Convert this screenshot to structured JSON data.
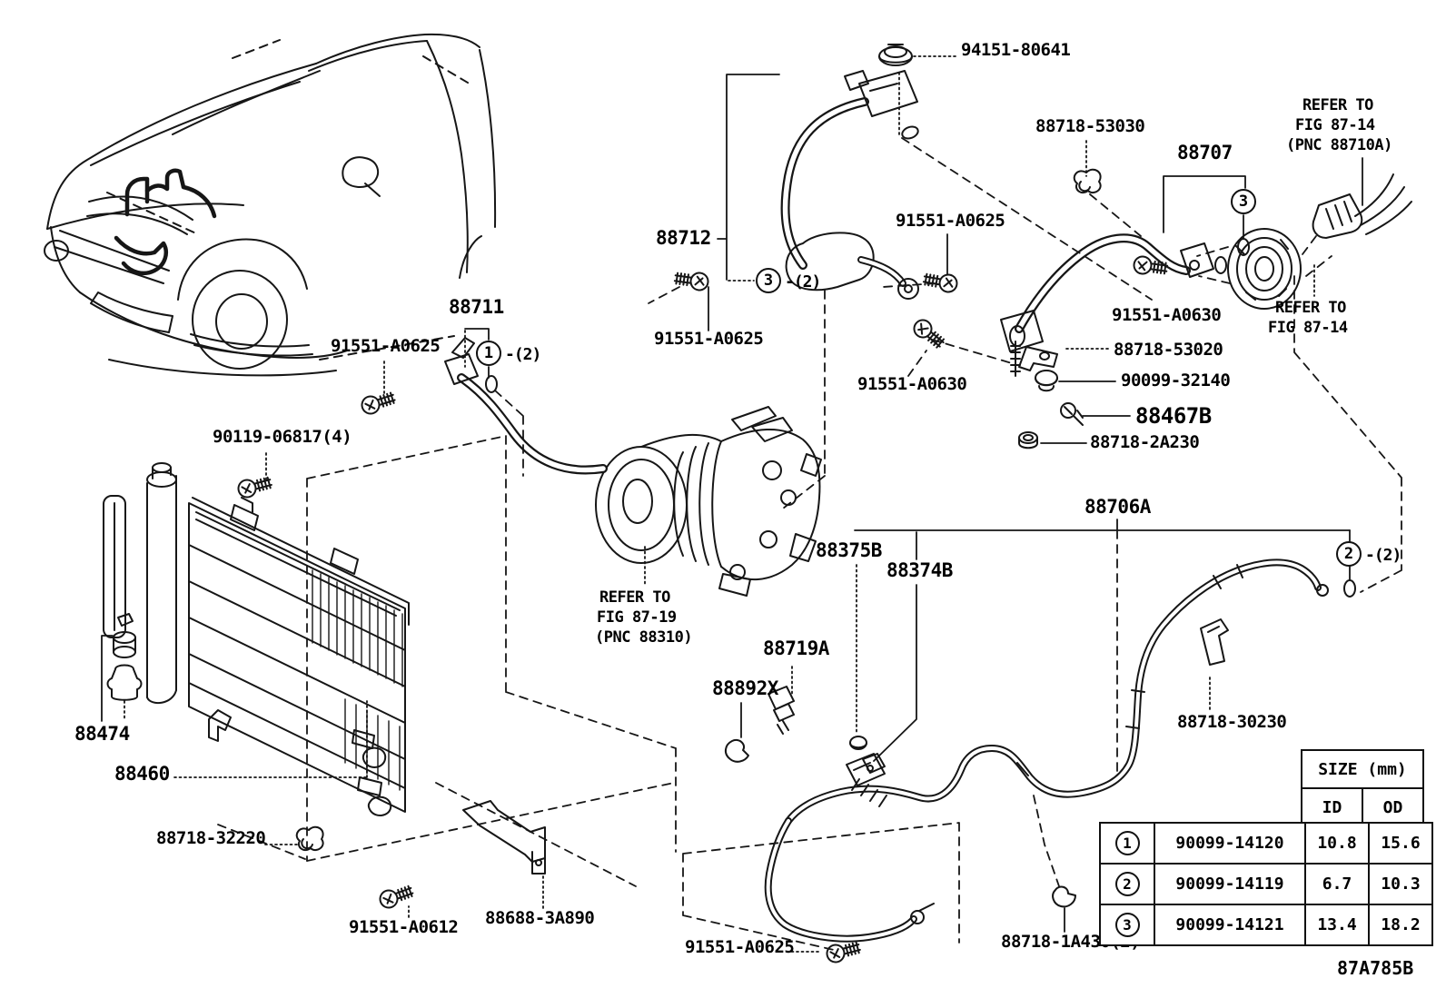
{
  "figure": {
    "code": "87A785B"
  },
  "labels": {
    "nut_top": "94151-80641",
    "clip_53030": "88718-53030",
    "hose_88707": "88707",
    "hose_88712": "88712",
    "pipe_88711": "88711",
    "bolt_a0625": "91551-A0625",
    "bolt_a0630": "91551-A0630",
    "bracket_53020": "88718-53020",
    "grommet_32140": "90099-32140",
    "screw_88467b": "88467B",
    "nut_2a230": "88718-2A230",
    "bolt_90119": "90119-06817(4)",
    "drier_88474": "88474",
    "condenser_88460": "88460",
    "clip_32220": "88718-32220",
    "bracket_3a890": "88688-3A890",
    "bolt_a0612": "91551-A0612",
    "valve_88719a": "88719A",
    "clamp_88892x": "88892X",
    "nut_88375b": "88375B",
    "fitting_88374b": "88374B",
    "pipe_88706a": "88706A",
    "clamp_30230": "88718-30230",
    "clamp_1a430": "88718-1A430(2)"
  },
  "notes": {
    "fig8714_pnc": [
      "REFER TO",
      "FIG 87-14",
      "(PNC 88710A)"
    ],
    "fig8714": [
      "REFER TO",
      "FIG 87-14"
    ],
    "fig8719": [
      "REFER TO",
      "FIG 87-19",
      "(PNC 88310)"
    ]
  },
  "callouts": {
    "c1": {
      "num": "1",
      "qty": "-(2)"
    },
    "c2": {
      "num": "2",
      "qty": "-(2)"
    },
    "c3": {
      "num": "3",
      "qty": "-(2)"
    },
    "c3_single": {
      "num": "3"
    }
  },
  "size_table": {
    "title": "SIZE (mm)",
    "col_id": "ID",
    "col_od": "OD",
    "rows": [
      {
        "num": "1",
        "part": "90099-14120",
        "id": "10.8",
        "od": "15.6"
      },
      {
        "num": "2",
        "part": "90099-14119",
        "id": "6.7",
        "od": "10.3"
      },
      {
        "num": "3",
        "part": "90099-14121",
        "id": "13.4",
        "od": "18.2"
      }
    ]
  }
}
